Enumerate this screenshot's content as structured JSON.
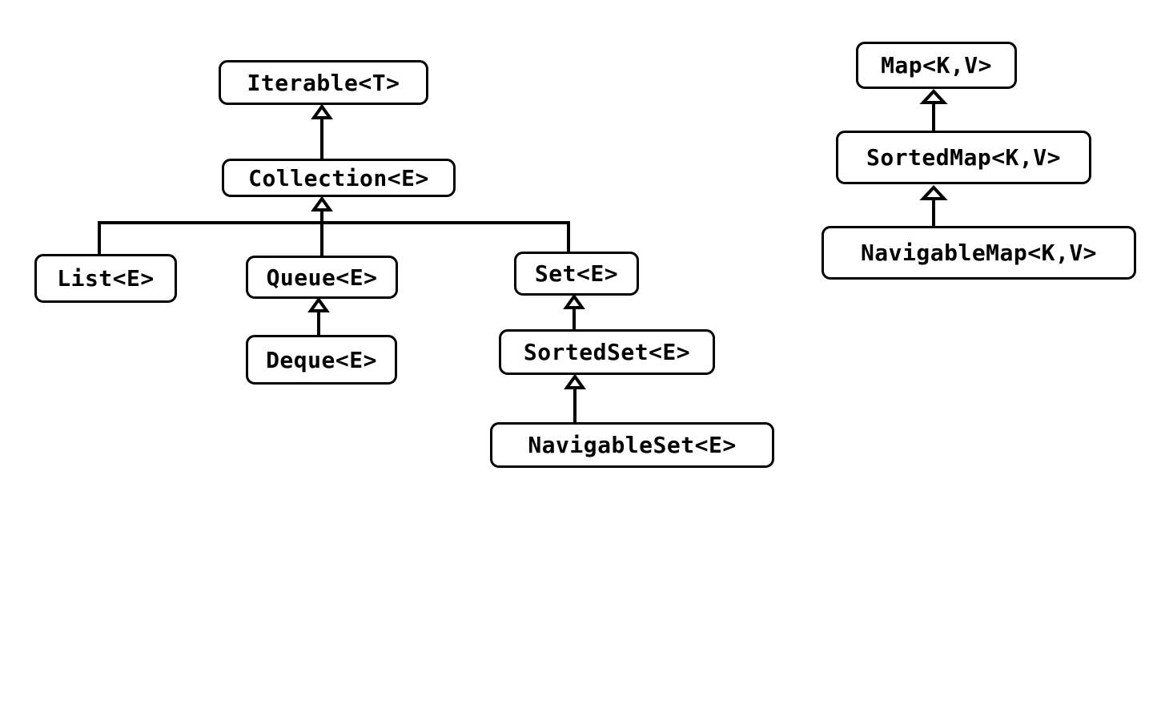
{
  "nodes": {
    "iterable": "Iterable<T>",
    "collection": "Collection<E>",
    "list": "List<E>",
    "queue": "Queue<E>",
    "deque": "Deque<E>",
    "set": "Set<E>",
    "sortedset": "SortedSet<E>",
    "navigableset": "NavigableSet<E>",
    "map": "Map<K,V>",
    "sortedmap": "SortedMap<K,V>",
    "navigablemap": "NavigableMap<K,V>"
  },
  "edges": [
    {
      "from": "Collection<E>",
      "to": "Iterable<T>"
    },
    {
      "from": "List<E>",
      "to": "Collection<E>"
    },
    {
      "from": "Queue<E>",
      "to": "Collection<E>"
    },
    {
      "from": "Set<E>",
      "to": "Collection<E>"
    },
    {
      "from": "Deque<E>",
      "to": "Queue<E>"
    },
    {
      "from": "SortedSet<E>",
      "to": "Set<E>"
    },
    {
      "from": "NavigableSet<E>",
      "to": "SortedSet<E>"
    },
    {
      "from": "SortedMap<K,V>",
      "to": "Map<K,V>"
    },
    {
      "from": "NavigableMap<K,V>",
      "to": "SortedMap<K,V>"
    }
  ],
  "colors": {
    "line": "#000000",
    "background": "#ffffff"
  }
}
